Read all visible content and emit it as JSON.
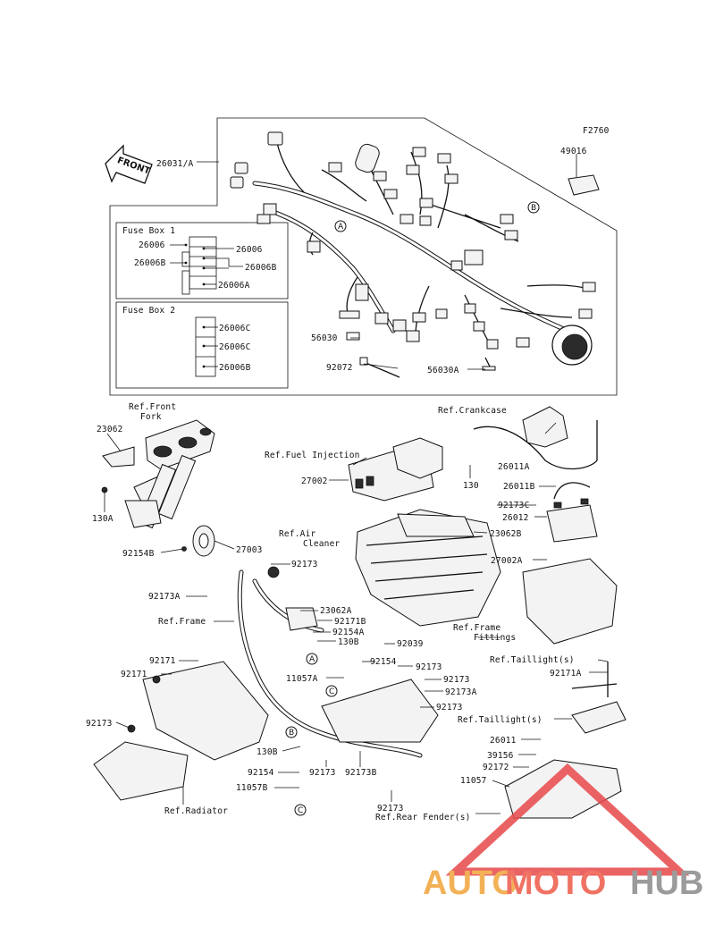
{
  "figure_id": "F2760",
  "front_arrow": "FRONT",
  "fuse_box_1": {
    "title": "Fuse Box 1",
    "left_labels": [
      "26006",
      "26006B"
    ],
    "right_labels": [
      "26006",
      "26006B",
      "26006A"
    ]
  },
  "fuse_box_2": {
    "title": "Fuse Box 2",
    "labels": [
      "26006C",
      "26006C",
      "26006B"
    ]
  },
  "callouts": [
    "A",
    "B",
    "C"
  ],
  "labels": {
    "p26031": "26031/A",
    "p49016": "49016",
    "p56030": "56030",
    "p92072": "92072",
    "p56030A": "56030A",
    "ref_front_fork": "Ref.Front",
    "ref_front_fork2": "Fork",
    "p23062": "23062",
    "p130A": "130A",
    "p92154B": "92154B",
    "p27003": "27003",
    "ref_fuel_injection": "Ref.Fuel Injection",
    "p27002": "27002",
    "ref_air_cleaner": "Ref.Air",
    "ref_air_cleaner2": "Cleaner",
    "ref_crankcase": "Ref.Crankcase",
    "p26011A": "26011A",
    "p130": "130",
    "p26011B": "26011B",
    "p92173C": "92173C",
    "p26012": "26012",
    "p23062B": "23062B",
    "p27002A": "27002A",
    "p92173_a": "92173",
    "p92173A_left": "92173A",
    "p23062A": "23062A",
    "ref_frame": "Ref.Frame",
    "p92171B": "92171B",
    "p92154A": "92154A",
    "p130B_top": "130B",
    "p92039": "92039",
    "ref_frame_fittings": "Ref.Frame",
    "ref_frame_fittings2": "Fittings",
    "ref_taillight_s": "Ref.Taillight(s)",
    "p92171A": "92171A",
    "p92171_1": "92171",
    "p92171_2": "92171",
    "p92154_mid": "92154",
    "p92173_mid": "92173",
    "p11057A": "11057A",
    "p92173_r1": "92173",
    "p92173A_right": "92173A",
    "p92173_r2": "92173",
    "ref_taillight_s2": "Ref.Taillight(s)",
    "p92173_left": "92173",
    "p130B_bottom": "130B",
    "p92173_bottom": "92173",
    "p92173B": "92173B",
    "p26011": "26011",
    "p39156": "39156",
    "p92154_bottom": "92154",
    "p11057B": "11057B",
    "p92172": "92172",
    "p11057": "11057",
    "p92173_lowest": "92173",
    "ref_rear_fender": "Ref.Rear Fender(s)",
    "ref_radiator": "Ref.Radiator"
  },
  "watermark": {
    "part1": "AUTO",
    "part2": "MOTO",
    "part3": "HUB",
    "colors": {
      "auto": "#f2a43a",
      "moto": "#ee5a48",
      "hub": "#8a8a8a",
      "triangle": "#e7484a"
    }
  }
}
